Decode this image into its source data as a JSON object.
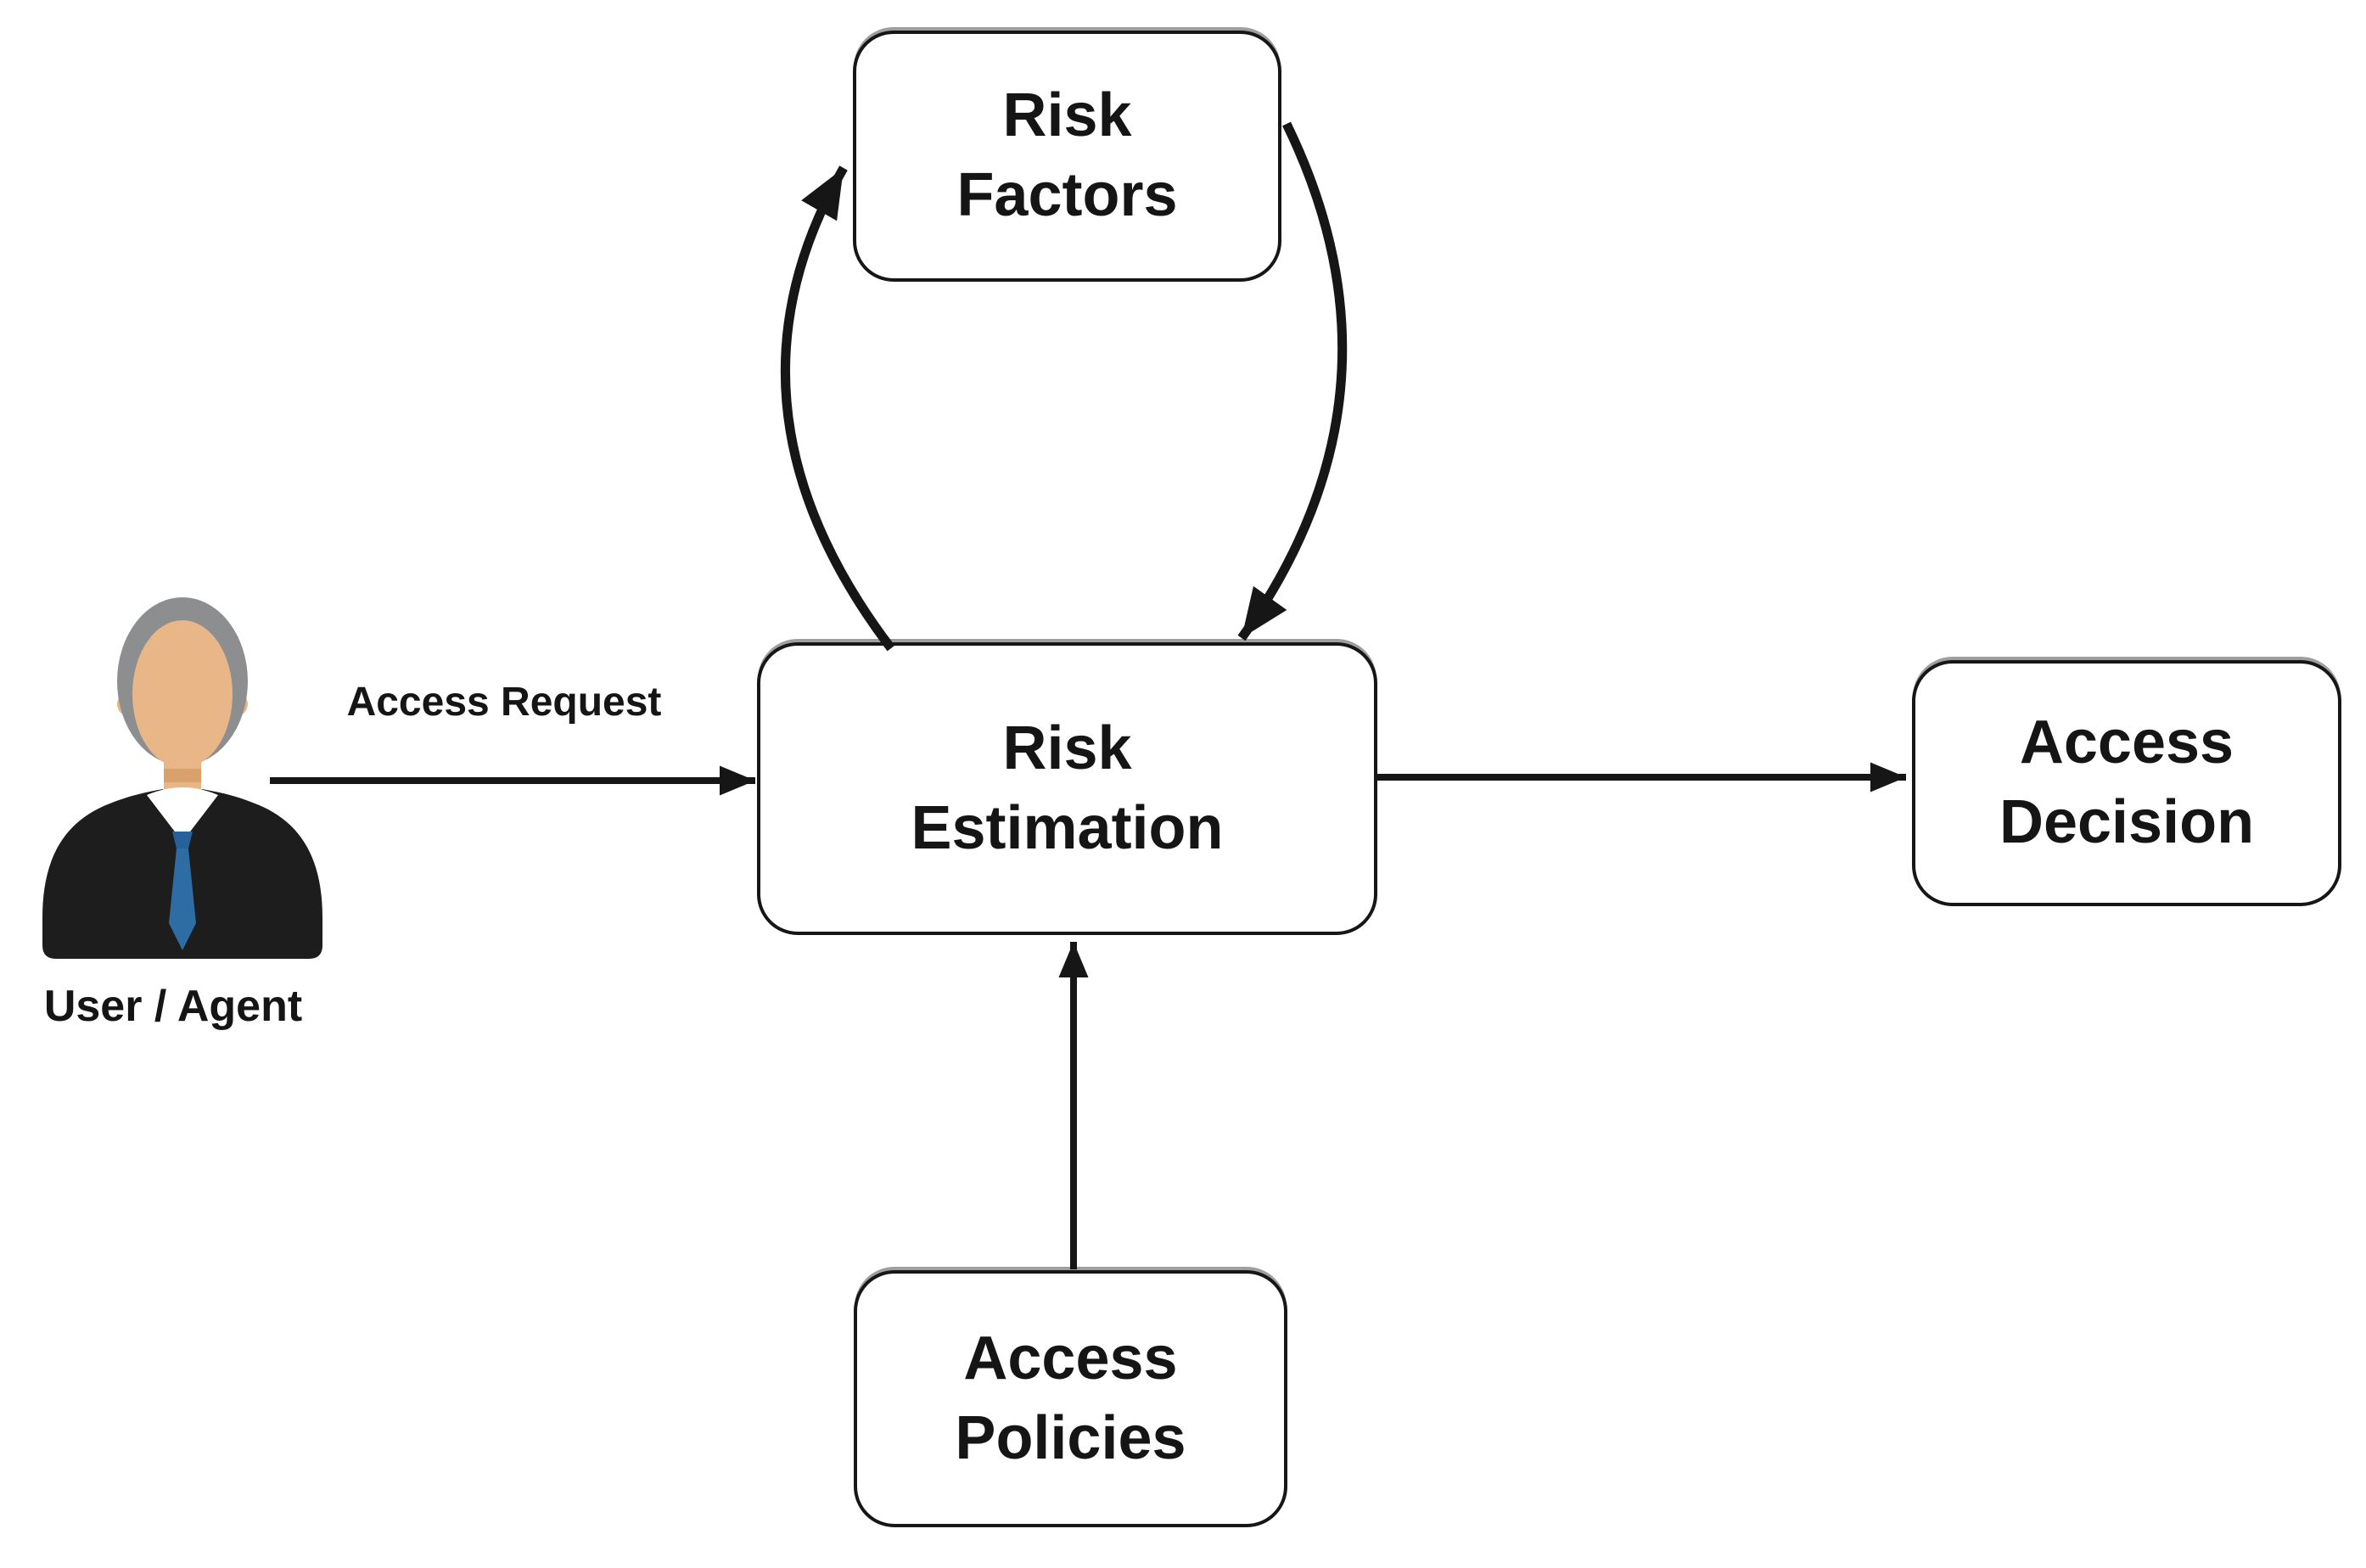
{
  "nodes": {
    "risk_factors": {
      "label": "Risk\nFactors"
    },
    "risk_estimation": {
      "label": "Risk\nEstimation"
    },
    "access_decision": {
      "label": "Access\nDecision"
    },
    "access_policies": {
      "label": "Access\nPolicies"
    }
  },
  "actor": {
    "label": "User / Agent",
    "icon": "businessman-icon"
  },
  "edge_labels": {
    "access_request": "Access Request"
  },
  "edges": [
    {
      "from": "user_agent",
      "to": "risk_estimation",
      "label": "Access Request",
      "style": "straight-right"
    },
    {
      "from": "risk_estimation",
      "to": "risk_factors",
      "label": "",
      "style": "curved-left-up"
    },
    {
      "from": "risk_factors",
      "to": "risk_estimation",
      "label": "",
      "style": "curved-right-down"
    },
    {
      "from": "access_policies",
      "to": "risk_estimation",
      "label": "",
      "style": "straight-up"
    },
    {
      "from": "risk_estimation",
      "to": "access_decision",
      "label": "",
      "style": "straight-right"
    }
  ],
  "colors": {
    "background": "#ffffff",
    "box_fill": "#ffffff",
    "line": "#161616",
    "text": "#151515",
    "hair": "#8d8e90",
    "face": "#e9b687",
    "neck_shadow": "#d9a26c",
    "suit": "#1d1d1d",
    "shirt": "#ffffff",
    "tie": "#2e6da4",
    "tie_knot": "#27619b"
  }
}
